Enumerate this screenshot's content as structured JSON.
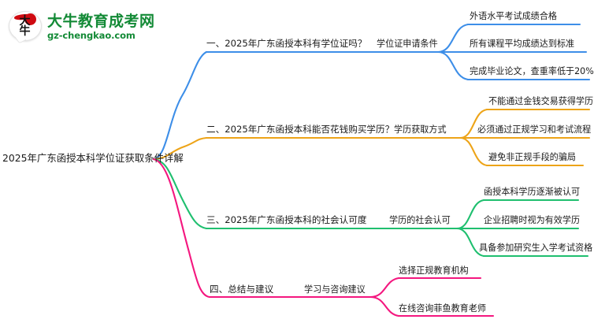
{
  "logo": {
    "name": "daniu-education-logo",
    "mark_glyph_top": "大",
    "mark_glyph_bottom": "牛",
    "title": "大牛教育成考网",
    "domain": "gz-chengkao.com",
    "brand_color": "#138a36",
    "accent_color": "#cf0a11"
  },
  "mindmap": {
    "type": "mindmap",
    "root": "2025年广东函授本科学位证获取条件详解",
    "branches": [
      {
        "index": 1,
        "color": "#3d8ee8",
        "label": "一、2025年广东函授本科有学位证吗？",
        "sub": "学位证申请条件",
        "leaves": [
          "外语水平考试成绩合格",
          "所有课程平均成绩达到标准",
          "完成毕业论文，查重率低于20%"
        ]
      },
      {
        "index": 2,
        "color": "#eda418",
        "label": "二、2025年广东函授本科能否花钱购买学历？",
        "sub": "学历获取方式",
        "leaves": [
          "不能通过金钱交易获得学历",
          "必须通过正规学习和考试流程",
          "避免非正规手段的骗局"
        ]
      },
      {
        "index": 3,
        "color": "#1fbf6f",
        "label": "三、2025年广东函授本科的社会认可度",
        "sub": "学历的社会认可",
        "leaves": [
          "函授本科学历逐渐被认可",
          "企业招聘时视为有效学历",
          "具备参加研究生入学考试资格"
        ]
      },
      {
        "index": 4,
        "color": "#f4177f",
        "label": "四、总结与建议",
        "sub": "学习与咨询建议",
        "leaves": [
          "选择正规教育机构",
          "在线咨询菲鱼教育老师"
        ]
      }
    ]
  }
}
